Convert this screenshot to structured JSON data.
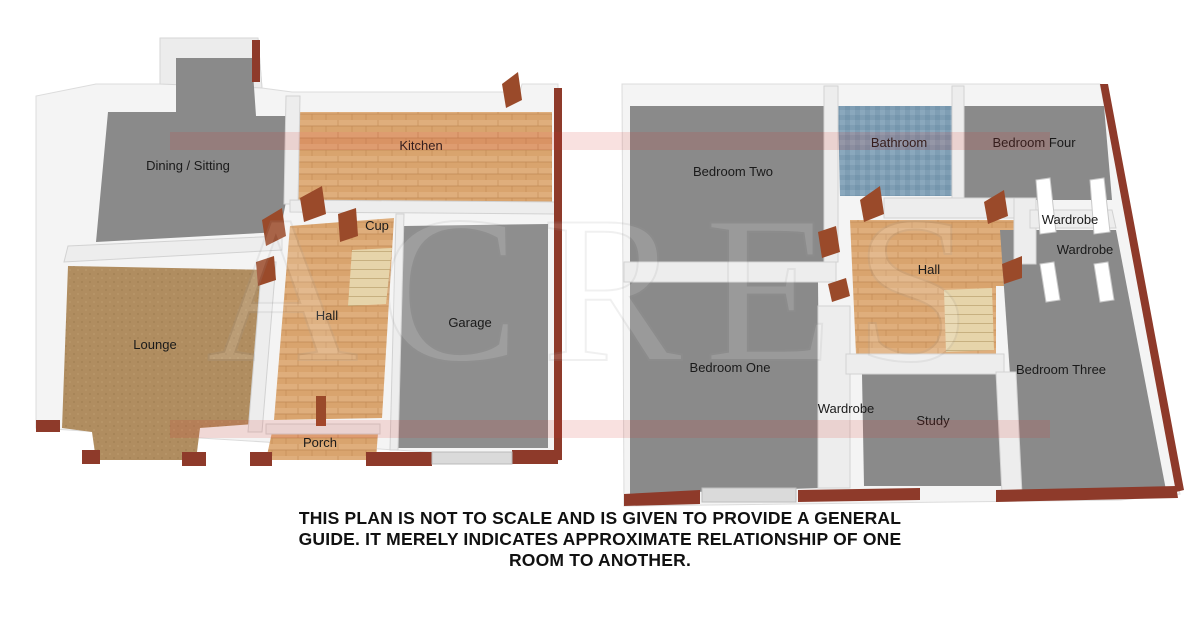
{
  "watermark": "ACRES",
  "colors": {
    "wall": "#ededed",
    "wall_edge": "#d4d4d4",
    "grey_floor": "#8c8c8c",
    "wood_floor": "#d9a46e",
    "carpet": "#b08d60",
    "tile": "#7f9eb4",
    "brick": "#8e3a2a",
    "door": "#9a4a2a",
    "stair": "#e2cfa4",
    "accent_band": "#d9332b"
  },
  "ground_floor": {
    "rooms": {
      "dining_sitting": "Dining / Sitting",
      "kitchen": "Kitchen",
      "lounge": "Lounge",
      "hall": "Hall",
      "cup": "Cup",
      "garage": "Garage",
      "porch": "Porch"
    }
  },
  "first_floor": {
    "rooms": {
      "bedroom_two": "Bedroom Two",
      "bathroom": "Bathroom",
      "bedroom_four": "Bedroom Four",
      "wardrobe_1": "Wardrobe",
      "wardrobe_2": "Wardrobe",
      "hall": "Hall",
      "bedroom_one": "Bedroom One",
      "wardrobe_3": "Wardrobe",
      "study": "Study",
      "bedroom_three": "Bedroom Three"
    }
  },
  "disclaimer": [
    "THIS PLAN IS NOT TO SCALE AND IS GIVEN TO PROVIDE A GENERAL",
    "GUIDE. IT MERELY INDICATES APPROXIMATE RELATIONSHIP OF ONE",
    "ROOM TO ANOTHER."
  ]
}
